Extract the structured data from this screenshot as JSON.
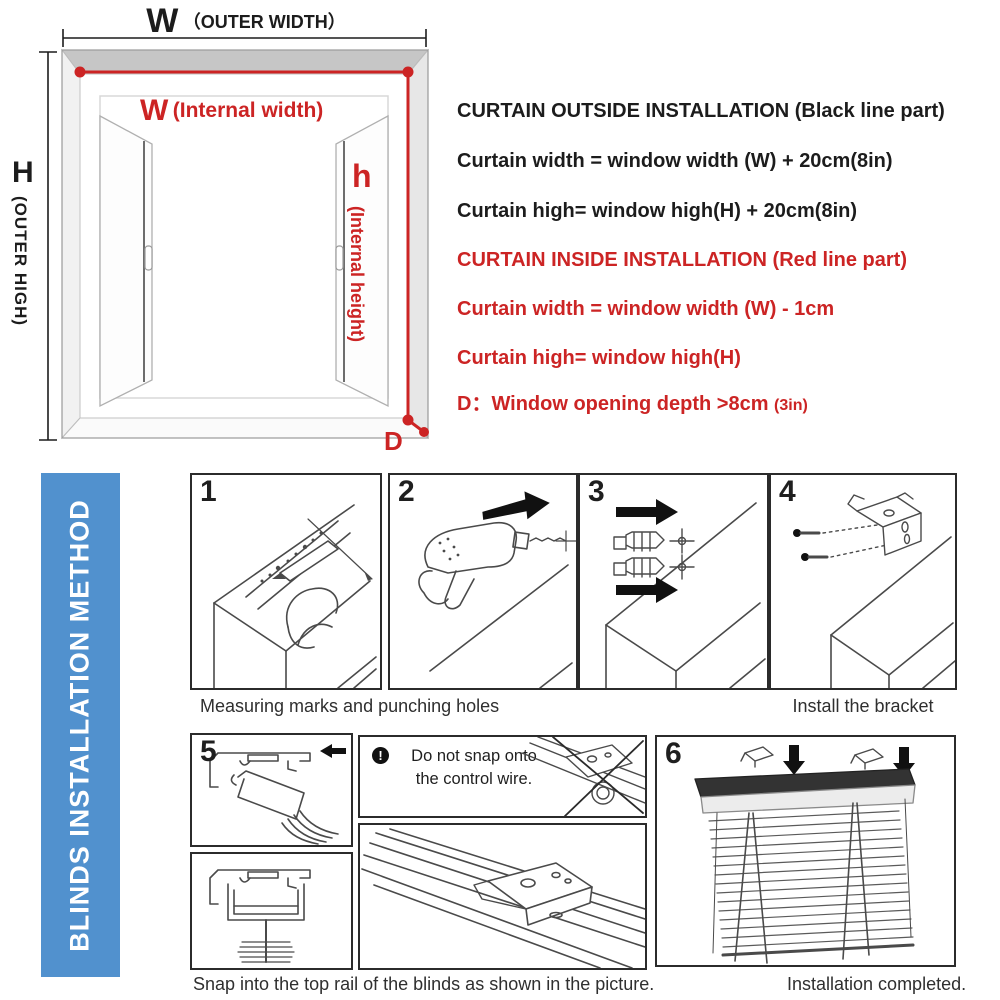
{
  "diagram": {
    "outer_width_letter": "W",
    "outer_width_label": "（OUTER WIDTH）",
    "outer_high_letter": "H",
    "outer_high_label": "(OUTER HIGH)",
    "internal_width_letter": "W",
    "internal_width_label": "(Internal width)",
    "internal_height_letter": "h",
    "internal_height_label": "(Internal height)",
    "depth_letter": "D",
    "colors": {
      "red_line": "#cc2424",
      "black_line": "#1c1c1c"
    }
  },
  "instructions": {
    "lines": [
      {
        "text": "CURTAIN OUTSIDE INSTALLATION (Black line part)",
        "color": "black"
      },
      {
        "text": "Curtain width = window width (W) + 20cm(8in)",
        "color": "black"
      },
      {
        "text": "Curtain high= window high(H) + 20cm(8in)",
        "color": "black"
      },
      {
        "text": "CURTAIN INSIDE INSTALLATION (Red line part)",
        "color": "red"
      },
      {
        "text": "Curtain width = window width (W) - 1cm",
        "color": "red"
      },
      {
        "text": "Curtain high= window high(H)",
        "color": "red"
      },
      {
        "text": "D：Window opening depth >8cm",
        "suffix": "(3in)",
        "color": "red"
      }
    ]
  },
  "banner": {
    "label": "BLINDS INSTALLATION METHOD",
    "bg_color": "#5191ce"
  },
  "steps": {
    "numbers": [
      "1",
      "2",
      "3",
      "4",
      "5",
      "6"
    ],
    "captions": {
      "measuring": "Measuring marks and punching holes",
      "bracket": "Install the bracket",
      "snap": "Snap into the top rail of the blinds as shown in the picture.",
      "completed": "Installation completed."
    },
    "warning": {
      "icon": "exclamation-circle-icon",
      "line1": "Do not snap onto",
      "line2": "the control wire."
    }
  }
}
